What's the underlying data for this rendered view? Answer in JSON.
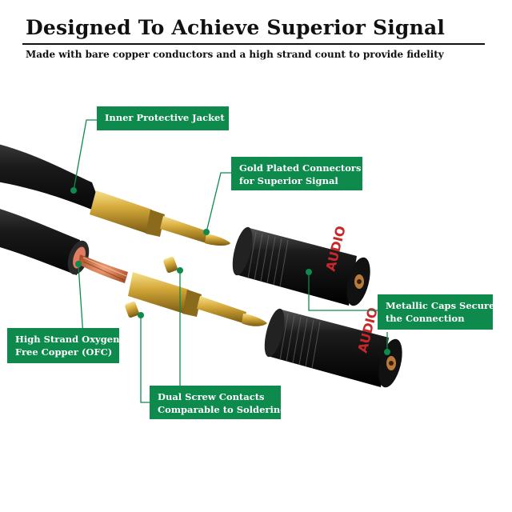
{
  "header": {
    "title": "Designed To Achieve Superior Signal",
    "subtitle": "Made with bare copper conductors and a high strand count to provide fidelity"
  },
  "callouts": {
    "jacket": {
      "line1": "Inner Protective Jacket"
    },
    "gold": {
      "line1": "Gold Plated Connectors",
      "line2": "for Superior Signal"
    },
    "caps": {
      "line1": "Metallic Caps Secure",
      "line2": "the Connection"
    },
    "copper": {
      "line1": "High Strand Oxygen",
      "line2": "Free Copper (OFC)"
    },
    "screw": {
      "line1": "Dual Screw Contacts",
      "line2": "Comparable to Soldering"
    }
  },
  "colors": {
    "callout_green": "#0e8a4c",
    "brand_red": "#c8282a",
    "gold": "#d4a93a",
    "cable_black": "#151515"
  }
}
